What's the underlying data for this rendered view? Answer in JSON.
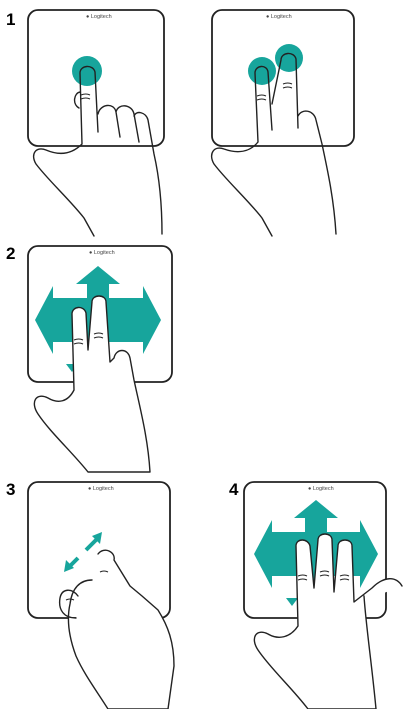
{
  "brand": "Logitech",
  "accent_color": "#17A59C",
  "steps": [
    {
      "number": "1"
    },
    {
      "number": "2"
    },
    {
      "number": "3"
    },
    {
      "number": "4"
    }
  ]
}
